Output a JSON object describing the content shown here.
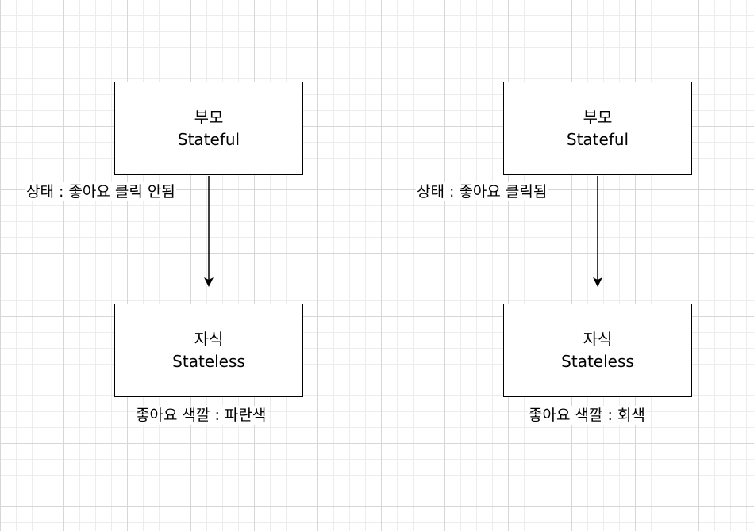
{
  "diagram": {
    "panels": [
      {
        "parent": {
          "title": "부모",
          "subtitle": "Stateful"
        },
        "child": {
          "title": "자식",
          "subtitle": "Stateless"
        },
        "state_label": "상태 : 좋아요 클릭 안됨",
        "color_label": "좋아요 색깔 : 파란색"
      },
      {
        "parent": {
          "title": "부모",
          "subtitle": "Stateful"
        },
        "child": {
          "title": "자식",
          "subtitle": "Stateless"
        },
        "state_label": "상태 : 좋아요 클릭됨",
        "color_label": "좋아요 색깔 : 회색"
      }
    ]
  }
}
